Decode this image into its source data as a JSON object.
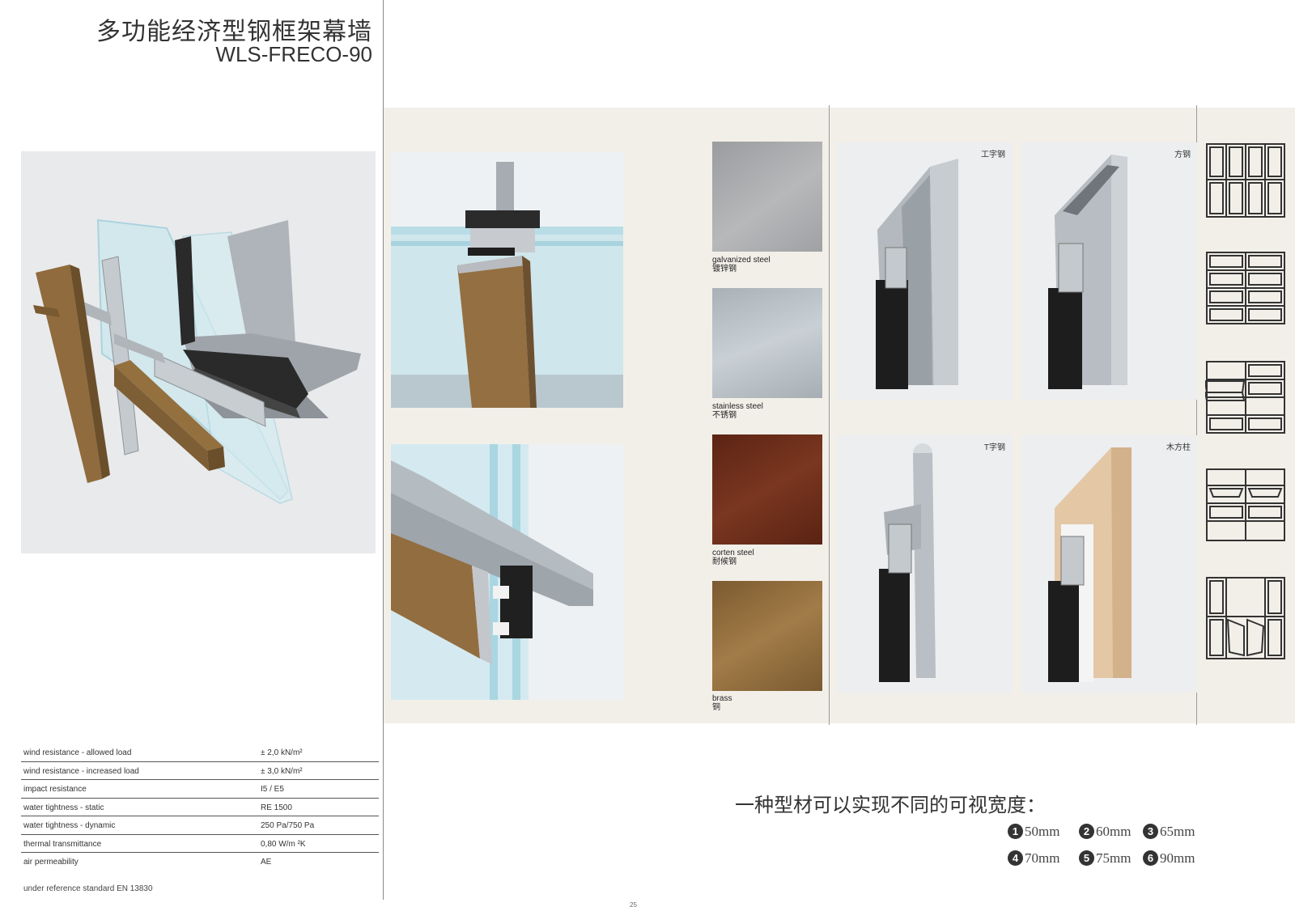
{
  "header": {
    "title_cn": "多功能经济型钢框架幕墙",
    "title_en": "WLS-FRECO-90"
  },
  "specs": [
    {
      "label": "wind resistance - allowed load",
      "value": "± 2,0 kN/m²"
    },
    {
      "label": "wind resistance - increased load",
      "value": "± 3,0 kN/m²"
    },
    {
      "label": "impact resistance",
      "value": "I5 / E5"
    },
    {
      "label": "water tightness - static",
      "value": "RE 1500"
    },
    {
      "label": "water tightness - dynamic",
      "value": "250 Pa/750 Pa"
    },
    {
      "label": "thermal transmittance",
      "value": "0,80 W/m ²K"
    },
    {
      "label": "air permeability",
      "value": "AE"
    }
  ],
  "spec_note": "under reference standard EN 13830",
  "materials": [
    {
      "en": "galvanized steel",
      "cn": "镀锌钢",
      "color": "#a7a9ab"
    },
    {
      "en": "stainless steel",
      "cn": "不锈钢",
      "color": "#b4bcc2"
    },
    {
      "en": "corten steel",
      "cn": "耐候钢",
      "color": "#6e2f1c"
    },
    {
      "en": "brass",
      "cn": "铜",
      "color": "#8f6a3a"
    }
  ],
  "profiles": [
    {
      "label": "工字钢"
    },
    {
      "label": "方钢"
    },
    {
      "label": "T字钢"
    },
    {
      "label": "木方柱"
    }
  ],
  "bottom": {
    "heading": "一种型材可以实现不同的可视宽度：",
    "widths": [
      {
        "num": "1",
        "value": "50mm"
      },
      {
        "num": "2",
        "value": "60mm"
      },
      {
        "num": "3",
        "value": "65mm"
      },
      {
        "num": "4",
        "value": "70mm"
      },
      {
        "num": "5",
        "value": "75mm"
      },
      {
        "num": "6",
        "value": "90mm"
      }
    ]
  },
  "page_number": "25",
  "colors": {
    "bronze": "#8a6a3e",
    "glass": "#bfe3ec",
    "aluminium": "#b9bfc4",
    "profile_dark": "#1e1e1e",
    "wood": "#e6c9a8",
    "panel_bg": "#f2efe9"
  },
  "icons": [
    "facade-exploded-render",
    "mullion-cross-section-render",
    "steel-profile-render",
    "window-layout-icon"
  ]
}
